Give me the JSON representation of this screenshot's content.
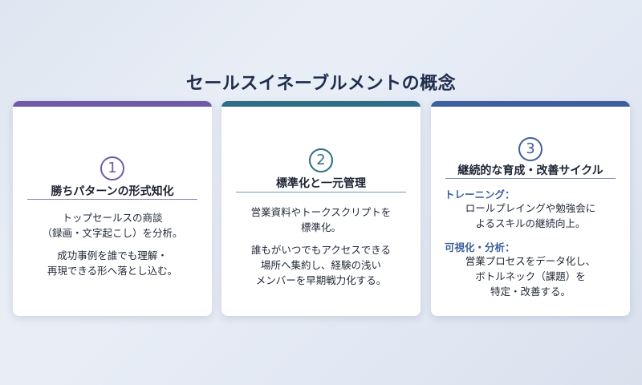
{
  "title": "セールスイネーブルメントの概念",
  "cards": [
    {
      "number": "1",
      "title": "勝ちパターンの形式知化",
      "para1": "トップセールスの商談\n（録画・文字起こし）を分析。",
      "para2": "成功事例を誰でも理解・\n再現できる形へ落とし込む。"
    },
    {
      "number": "2",
      "title": "標準化と一元管理",
      "para1": "営業資料やトークスクリプトを\n標準化。",
      "para2": "誰もがいつでもアクセスできる\n場所へ集約し、経験の浅い\nメンバーを早期戦力化する。"
    },
    {
      "number": "3",
      "title": "継続的な育成・改善サイクル",
      "label1": "トレーニング：",
      "para1": "ロールプレイングや勉強会に\nよるスキルの継続向上。",
      "label2": "可視化・分析：",
      "para2": "営業プロセスをデータ化し、\nボトルネック（課題）を\n特定・改善する。"
    }
  ],
  "colors": {
    "card1_accent": "#6f5aa8",
    "card2_accent": "#2f6d86",
    "card3_accent": "#3d5f9e"
  }
}
